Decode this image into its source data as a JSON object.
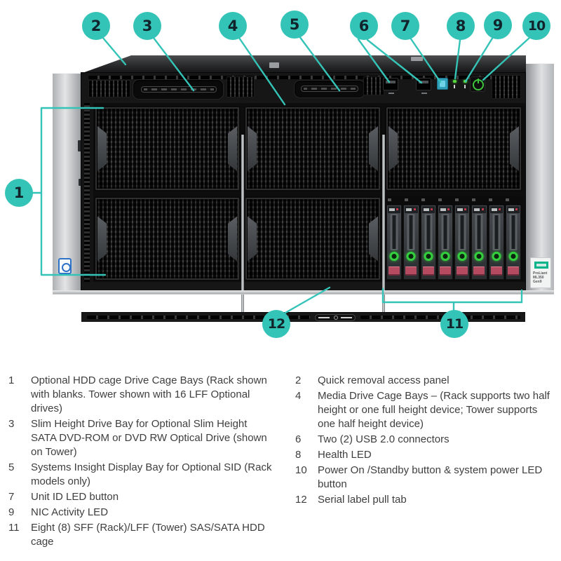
{
  "colors": {
    "callout_teal": "#34c4b7",
    "hpe_green": "#00b388",
    "led_green": "#3ed13f",
    "uid_button_blue": "#2f9fb9",
    "drive_button_red": "#b44b60"
  },
  "callout_numbers": {
    "c1": "1",
    "c2": "2",
    "c3": "3",
    "c4": "4",
    "c5": "5",
    "c6": "6",
    "c7": "7",
    "c8": "8",
    "c9": "9",
    "c10": "10",
    "c11": "11",
    "c12": "12"
  },
  "server": {
    "brand_plate": {
      "line1": "ProLiant",
      "line2": "ML350",
      "line3": "Gen9"
    }
  },
  "legend": {
    "left": [
      {
        "num": "1",
        "text": "Optional HDD cage Drive Cage Bays (Rack shown with blanks. Tower shown with 16 LFF Optional drives)"
      },
      {
        "num": "3",
        "text": "Slim Height Drive Bay for Optional Slim Height SATA DVD-ROM or DVD RW Optical Drive (shown on Tower)"
      },
      {
        "num": "5",
        "text": "Systems Insight Display Bay for Optional SID (Rack models only)"
      },
      {
        "num": "7",
        "text": "Unit ID LED button"
      },
      {
        "num": "9",
        "text": "NIC Activity LED"
      },
      {
        "num": "11",
        "text": "Eight (8) SFF (Rack)/LFF (Tower) SAS/SATA HDD cage"
      }
    ],
    "right": [
      {
        "num": "2",
        "text": "Quick removal access panel"
      },
      {
        "num": "4",
        "text": "Media Drive Cage Bays – (Rack supports two half height or one full height device; Tower supports one half height device)"
      },
      {
        "num": "6",
        "text": "Two (2) USB 2.0 connectors"
      },
      {
        "num": "8",
        "text": "Health LED"
      },
      {
        "num": "10",
        "text": "Power On /Standby button & system power LED button"
      },
      {
        "num": "12",
        "text": "Serial label pull tab"
      }
    ]
  }
}
